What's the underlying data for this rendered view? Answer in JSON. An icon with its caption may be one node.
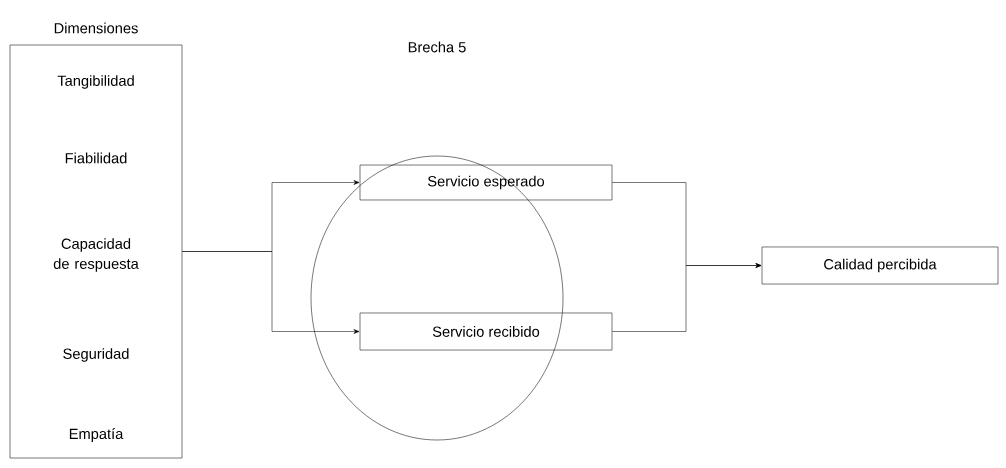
{
  "diagram": {
    "nodes": [
      {
        "text": [
          "Dimensiones",
          "Tangibilidad",
          "Fiabilidad",
          "Capacidad de respuesta",
          "Seguridad",
          "Empatía"
        ]
      },
      {
        "text": [
          "Servicio esperado"
        ]
      },
      {
        "text": [
          "Servicio recibido"
        ]
      },
      {
        "text": [
          "Calidad percibida"
        ]
      }
    ],
    "edges": [
      {
        "from": 0,
        "to": 1,
        "arrow": "to"
      },
      {
        "from": 0,
        "to": 2,
        "arrow": "to"
      },
      {
        "from": 1,
        "to": 3,
        "arrow": "to"
      },
      {
        "from": 2,
        "to": 3,
        "arrow": "to"
      }
    ],
    "labels": [
      "Brecha 5"
    ]
  }
}
